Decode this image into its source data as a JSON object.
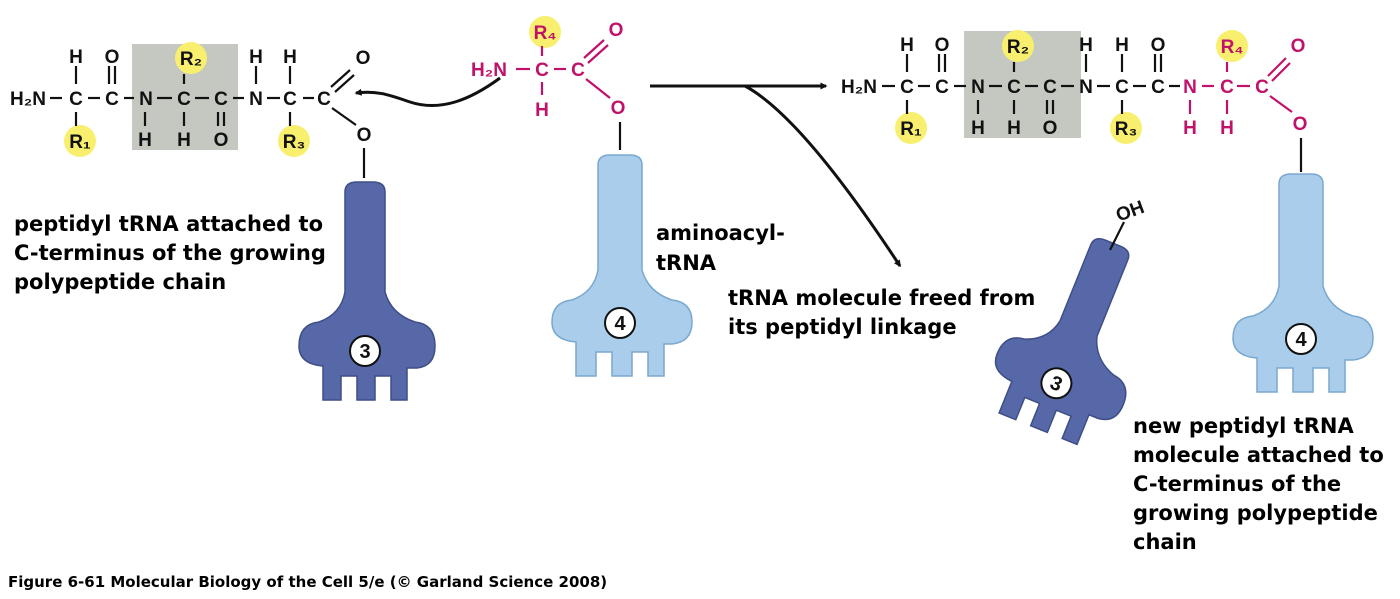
{
  "colors": {
    "black": "#111111",
    "magenta": "#c0126a",
    "yellow": "#f8ef6e",
    "shade": "#c4c8c0",
    "trna_dark": "#5668a8",
    "trna_light": "#a9cdea",
    "number_bg": "#ffffff"
  },
  "atoms": {
    "H": "H",
    "O": "O",
    "N": "N",
    "C": "C",
    "H2N": "H₂N",
    "OH": "OH",
    "R1": "R₁",
    "R2": "R₂",
    "R3": "R₃",
    "R4": "R₄"
  },
  "labels": {
    "peptidyl": [
      "peptidyl tRNA attached to",
      "C-terminus of the growing",
      "polypeptide chain"
    ],
    "aminoacyl": [
      "aminoacyl-",
      "tRNA"
    ],
    "freed": [
      "tRNA molecule freed from",
      "its peptidyl linkage"
    ],
    "new_peptidyl": [
      "new peptidyl tRNA",
      "molecule  attached to",
      "C-terminus of  the",
      "growing  polypeptide",
      "chain"
    ]
  },
  "trna_numbers": {
    "left": "3",
    "middle": "4",
    "freed": "3",
    "right": "4"
  },
  "caption": "Figure 6-61  Molecular Biology of the Cell 5/e (© Garland Science 2008)"
}
